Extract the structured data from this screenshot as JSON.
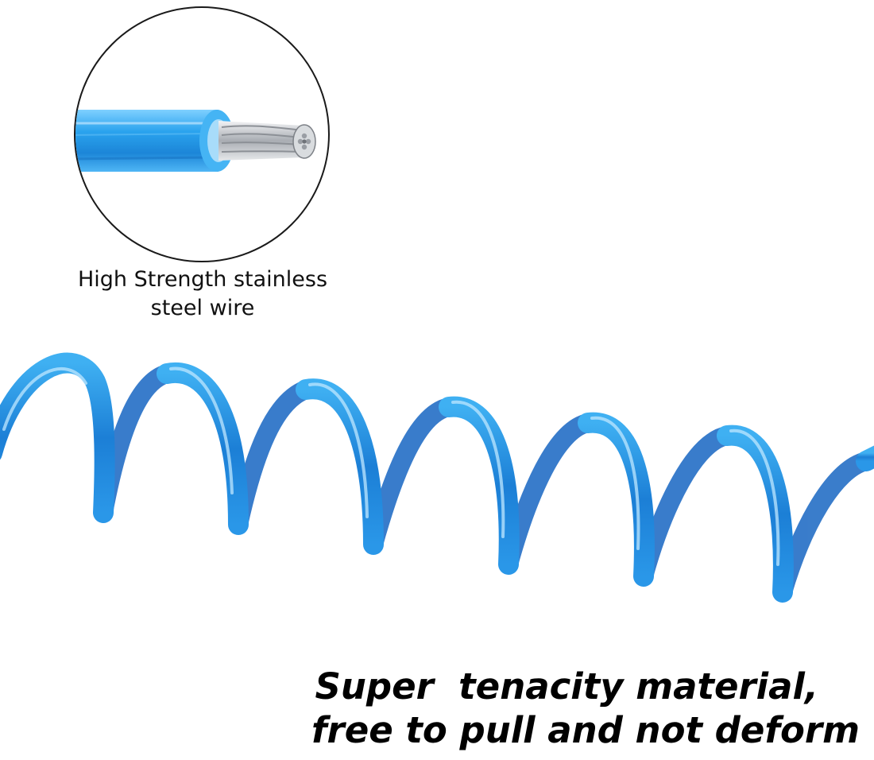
{
  "caption": {
    "line1": "High Strength stainless",
    "line2": "steel wire"
  },
  "tagline": {
    "line1": "Super  tenacity material,",
    "line2": "free to pull and not deform"
  },
  "colors": {
    "jacket": "#2a9ee8",
    "jacket_dark": "#1b6fc9",
    "steel": "#c9ccd0",
    "outline": "#1a1a1a",
    "text": "#000000"
  }
}
